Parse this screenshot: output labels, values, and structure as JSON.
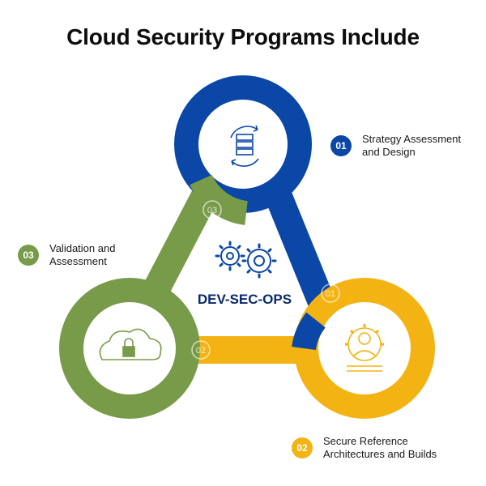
{
  "title": "Cloud Security Programs Include",
  "center_label": "DEV-SEC-OPS",
  "colors": {
    "blue": "#0a47a6",
    "green": "#789b49",
    "yellow": "#f3b313"
  },
  "nodes": [
    {
      "id": "01",
      "icon": "server-sync-icon",
      "color": "#0a47a6",
      "segment_number": "01"
    },
    {
      "id": "02",
      "icon": "gear-person-icon",
      "color": "#f3b313",
      "segment_number": "02"
    },
    {
      "id": "03",
      "icon": "cloud-lock-icon",
      "color": "#789b49",
      "segment_number": "03"
    }
  ],
  "callouts": [
    {
      "number": "01",
      "color": "#0a47a6",
      "line1": "Strategy Assessment",
      "line2": "and Design"
    },
    {
      "number": "02",
      "color": "#f3b313",
      "line1": "Secure Reference",
      "line2": "Architectures and Builds"
    },
    {
      "number": "03",
      "color": "#789b49",
      "line1": "Validation and",
      "line2": "Assessment"
    }
  ]
}
